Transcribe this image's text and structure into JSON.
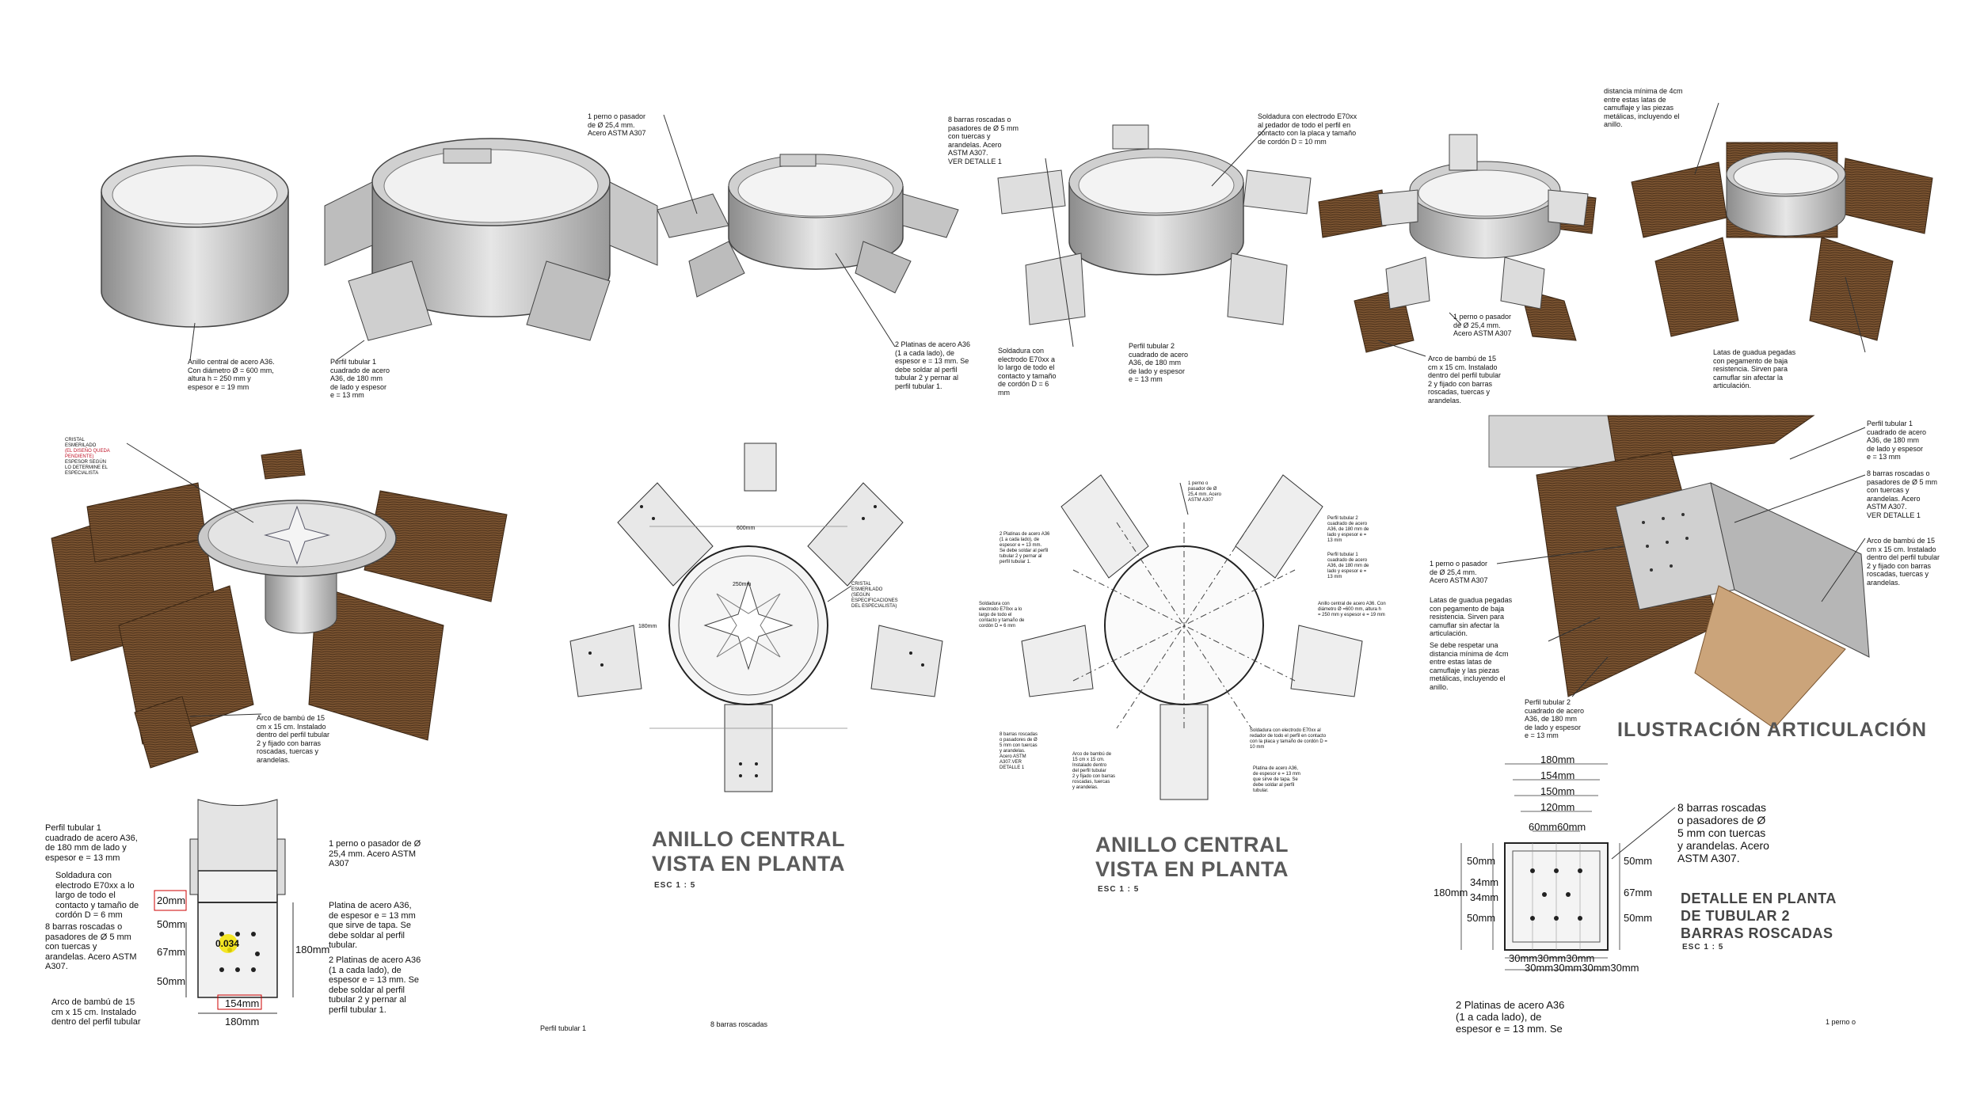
{
  "steps": {
    "s1": {
      "label": "Anillo central de acero A36.\nCon diámetro Ø = 600 mm,\naltura h = 250 mm y\nespesor e = 19 mm"
    },
    "s2": {
      "label": "Perfil tubular 1\ncuadrado de acero\nA36, de 180 mm\nde lado y espesor\ne = 13 mm"
    },
    "s3": {
      "top": "1 perno o pasador\nde Ø 25,4 mm.\nAcero ASTM A307",
      "bottom": "2 Platinas de acero A36\n(1 a cada lado), de\nespesor e = 13 mm. Se\ndebe soldar al perfil\ntubular 2 y pernar al\nperfil tubular 1."
    },
    "s4": {
      "left": "8 barras roscadas o\npasadores de Ø 5 mm\ncon tuercas y\narandelas. Acero\nASTM A307.\nVER DETALLE 1",
      "right": "Soldadura con electrodo E70xx\nal redador de todo el perfil en\ncontacto con la placa y tamaño\nde cordón D = 10 mm",
      "weld": "Soldadura con\nelectrodo E70xx a\nlo largo de todo el\ncontacto y tamaño\nde cordón D = 6\nmm",
      "tube2": "Perfil tubular 2\ncuadrado de acero\nA36, de 180 mm\nde lado y espesor\ne = 13 mm"
    },
    "s5": {
      "bolt": "1 perno o pasador\nde Ø 25,4 mm.\nAcero ASTM A307",
      "bamboo": "Arco de bambú de 15\ncm x 15 cm. Instalado\ndentro del perfil tubular\n2 y fijado con barras\nroscadas, tuercas y\narandelas."
    },
    "s6": {
      "top": "distancia mínima de 4cm\nentre estas latas de\ncamuflaje y las piezas\nmetálicas, incluyendo el\nanillo.",
      "bottom": "Latas de guadua pegadas\ncon pegamento de baja\nresistencia. Sirven para\ncamuflar sin afectar la\narticulación."
    }
  },
  "render": {
    "glass_line1": "CRISTAL",
    "glass_line2": "ESMERILADO",
    "glass_red": "(EL DISEÑO QUEDA\nPENDIENTE)",
    "glass_line3": "ESPESOR SEGÚN\nLO DETERMINE EL\nESPECIALISTA",
    "bamboo": "Arco de bambú de 15\ncm x 15 cm. Instalado\ndentro del perfil tubular\n2 y fijado con barras\nroscadas, tuercas y\narandelas."
  },
  "plan1": {
    "title": "ANILLO CENTRAL\nVISTA EN PLANTA",
    "scale": "ESC 1 : 5",
    "glass": "CRISTAL\nESMERILADO\n(SEGÚN\nESPECIFICACIONES\nDEL ESPECIALISTA)",
    "dims": [
      "600mm",
      "250mm",
      "180mm"
    ]
  },
  "plan2": {
    "title": "ANILLO CENTRAL\nVISTA EN PLANTA",
    "scale": "ESC 1 : 5",
    "n1": "1 perno o\npasador de Ø\n25,4 mm. Acero\nASTM A307",
    "n2": "2 Platinas de acero A36\n(1 a cada lado), de\nespesor e = 13 mm.\nSe debe soldar al perfil\ntubular 2 y pernar al\nperfil tubular 1.",
    "n3": "Perfil tubular 2\ncuadrado de acero\nA36, de 180 mm de\nlado y espesor e =\n13 mm",
    "n4": "Perfil tubular 1\ncuadrado de acero\nA36, de 180 mm de\nlado y espesor e =\n13 mm",
    "n5": "Anillo central de acero A36. Con\ndiámetro Ø =600 mm, altura h\n= 250 mm y espesor e = 19 mm",
    "n6": "Soldadura con\nelectrodo E70xx a lo\nlargo de todo el\ncontacto y tamaño de\ncordón D = 6 mm",
    "n7": "Soldadura con electrodo E70xx al\nredador de todo el perfil en contacto\ncon la placa y tamaño de cordón D =\n10 mm",
    "n8": "8 barras roscadas\no pasadores de Ø\n5 mm con tuercas\ny arandelas.\nAcero ASTM\nA307.VER\nDETALLE 1",
    "n9": "Arco de bambú de\n15 cm x 15 cm.\nInstalado dentro\ndel perfil tubular\n2 y fijado con barras\nroscadas, tuercas\ny arandelas.",
    "n10": "Platina de acero A36,\nde espesor e = 13 mm\nque sirve de tapa. Se\ndebe soldar al perfil\ntubular."
  },
  "illustration": {
    "title": "ILUSTRACIÓN ARTICULACIÓN",
    "r1": "Perfil tubular 1\ncuadrado de acero\nA36, de 180 mm\nde lado y espesor\ne = 13 mm",
    "r2": "8 barras roscadas o\npasadores de Ø 5 mm\ncon tuercas y\narandelas. Acero\nASTM A307.\nVER DETALLE 1",
    "r3": "Arco de bambú de 15\ncm x 15 cm. Instalado\ndentro del perfil tubular\n2 y fijado con barras\nroscadas, tuercas y\narandelas.",
    "l1": "1 perno o pasador\nde Ø 25,4 mm.\nAcero ASTM A307",
    "l2": "Latas de guadua pegadas\ncon pegamento de baja\nresistencia. Sirven para\ncamuflar sin afectar la\narticulación.",
    "l3": "Se debe respetar una\ndistancia mínima de 4cm\nentre estas latas de\ncamuflaje y las piezas\nmetálicas, incluyendo el\nanillo.",
    "l4": "Perfil tubular 2\ncuadrado de acero\nA36, de 180 mm\nde lado y espesor\ne = 13 mm"
  },
  "elevation": {
    "l1": "Perfil tubular 1\ncuadrado de acero A36,\nde 180 mm de lado y\nespesor e = 13 mm",
    "l2": "Soldadura con\nelectrodo E70xx a lo\nlargo de todo el\ncontacto y tamaño de\ncordón D = 6 mm",
    "l3": "8 barras roscadas o\npasadores de Ø 5 mm\ncon tuercas y\narandelas. Acero ASTM\nA307.",
    "l4": "Arco de bambú de 15\ncm x 15 cm. Instalado\ndentro del perfil tubular",
    "r1": "1 perno o pasador de Ø\n25,4 mm. Acero ASTM\nA307",
    "r2": "Platina de acero A36,\nde espesor e = 13 mm\nque sirve de tapa. Se\ndebe soldar al perfil\ntubular.",
    "r3": "2 Platinas de acero A36\n(1 a cada lado), de\nespesor e = 13 mm. Se\ndebe soldar al perfil\ntubular 2 y pernar al\nperfil tubular 1.",
    "d20": "20mm",
    "d50a": "50mm",
    "d67": "67mm",
    "d50b": "50mm",
    "d180": "180mm",
    "d154": "154mm",
    "d180b": "180mm",
    "marker": "0.034"
  },
  "detail": {
    "title": "DETALLE EN PLANTA\nDE TUBULAR 2\nBARRAS ROSCADAS",
    "scale": "ESC 1 : 5",
    "note": "8 barras roscadas\no pasadores de Ø\n5 mm con tuercas\ny arandelas. Acero\nASTM A307.",
    "top": [
      "180mm",
      "154mm",
      "150mm",
      "120mm"
    ],
    "top2": "60mm60mm",
    "left": [
      "50mm",
      "34mm",
      "34mm",
      "50mm"
    ],
    "left180": "180mm",
    "right": [
      "50mm",
      "67mm",
      "50mm"
    ],
    "bot1": "30mm30mm30mm",
    "bot2": "30mm30mm30mm30mm"
  },
  "footer": {
    "f1": "Perfil tubular 1",
    "f2": "8 barras roscadas",
    "f3": "2 Platinas de acero A36\n(1 a cada lado), de\nespesor e = 13 mm. Se",
    "f4": "1 perno o"
  }
}
